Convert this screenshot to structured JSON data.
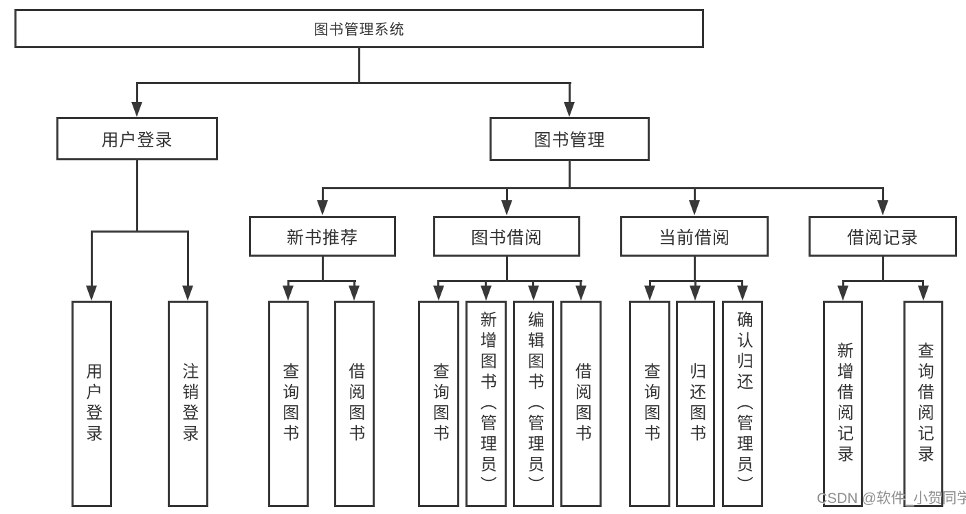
{
  "tree": {
    "label": "图书管理系统",
    "children": [
      {
        "label": "用户登录",
        "children": [
          {
            "label": "用户登录"
          },
          {
            "label": "注销登录"
          }
        ]
      },
      {
        "label": "图书管理",
        "children": [
          {
            "label": "新书推荐",
            "children": [
              {
                "label": "查询图书"
              },
              {
                "label": "借阅图书"
              }
            ]
          },
          {
            "label": "图书借阅",
            "children": [
              {
                "label": "查询图书"
              },
              {
                "label": "新增图书（管理员）"
              },
              {
                "label": "编辑图书（管理员）"
              },
              {
                "label": "借阅图书"
              }
            ]
          },
          {
            "label": "当前借阅",
            "children": [
              {
                "label": "查询图书"
              },
              {
                "label": "归还图书"
              },
              {
                "label": "确认归还（管理员）"
              }
            ]
          },
          {
            "label": "借阅记录",
            "children": [
              {
                "label": "新增借阅记录"
              },
              {
                "label": "查询借阅记录"
              }
            ]
          }
        ]
      }
    ]
  },
  "watermark": "CSDN @软件_小贺同学",
  "colors": {
    "line": "#383838",
    "text": "#333333",
    "watermark": "#8f8f8f",
    "background": "#ffffff"
  }
}
